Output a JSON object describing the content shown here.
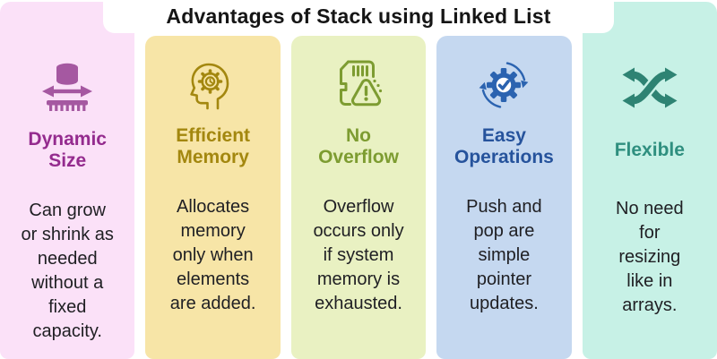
{
  "title": "Advantages of Stack using Linked List",
  "text_color": "#202024",
  "background": "#ffffff",
  "columns": [
    {
      "heading": "Dynamic Size",
      "body": "Can grow or shrink as needed without a fixed capacity.",
      "icon": "database-resize-icon",
      "colors": {
        "bg": "#fbe1f8",
        "accent": "#942b8e",
        "icon": "#a558a1"
      }
    },
    {
      "heading": "Efficient Memory",
      "body": "Allocates memory only when elements are added.",
      "icon": "head-gear-icon",
      "colors": {
        "bg": "#f7e5a7",
        "accent": "#a3870f",
        "icon": "#a3870f"
      }
    },
    {
      "heading": "No Overflow",
      "body": "Overflow occurs only if system memory is exhausted.",
      "icon": "memory-card-warning-icon",
      "colors": {
        "bg": "#e9f1c2",
        "accent": "#7d9c31",
        "icon": "#7d9c31"
      }
    },
    {
      "heading": "Easy Operations",
      "body": "Push and pop are simple pointer updates.",
      "icon": "gear-check-cycle-icon",
      "colors": {
        "bg": "#c5d8f0",
        "accent": "#26539c",
        "icon": "#2b63b0"
      }
    },
    {
      "heading": "Flexible",
      "body": "No need for resizing like in arrays.",
      "icon": "shuffle-arrows-icon",
      "colors": {
        "bg": "#c7f1e6",
        "accent": "#2f8f7f",
        "icon": "#2e8373"
      }
    }
  ]
}
